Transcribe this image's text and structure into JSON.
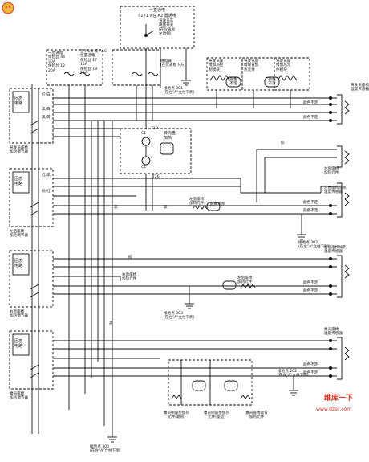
{
  "diagram": {
    "top_box": {
      "line1": "一直通电",
      "line2": "S171 X在 A2 置通电"
    },
    "wake_switch": "驾驶员车\n唤醒开关\n(在仪表板\n左边侧)",
    "fusebox_left": "一直通电\n保险丝 44\n30A\n保险丝 12\n20A",
    "fusebox_center": "在 RUN 或 ACC\n位置通电\n保险丝 17\n15A\n保险丝 18\n20A",
    "fuse_center_note": "继电器\n(在仪表板下方)",
    "ground_301": "接地点 301\n(在左\"A\"立柱下侧)",
    "top_modules": [
      "驾驶员座\n椅加热控\n制模块",
      "驾驶员座\n椅靠背加\n热元件",
      "驾驶员座\n椅加热元\n件模块"
    ],
    "top_pill_a": "颜色\n不定",
    "top_pill_b": "颜色\n不定",
    "left_blocks": [
      {
        "name": "固态\n电路",
        "caption": "驾驶员座椅\n加热调节器"
      },
      {
        "name": "固态\n电路",
        "caption": "左后座椅\n加热调节器"
      },
      {
        "name": "固态\n电路",
        "caption": "右后座椅\n加热调节器"
      },
      {
        "name": "固态\n电路",
        "caption": "乘员座椅\n加热调节器"
      }
    ],
    "wire_colors_left": [
      "红/白",
      "黑/白",
      "黑/黄",
      "红/黑",
      "棕/红"
    ],
    "center_relay": "转向盘\n加热",
    "center_connectors": [
      "C1",
      "T3D",
      "C2",
      "T26"
    ],
    "mid_element": "左后座椅\n加热元件",
    "mid_element2": "右后座椅\n加热元件",
    "right_labels": [
      "驾驶员座椅\n温度传感器",
      "左后座椅\n加热元件",
      "左后座椅加热\n温度传感器",
      "右后座椅加热\n温度传感器",
      "乘员座椅\n温度传感器"
    ],
    "ground_302": "接地点 302\n(在左\"A\"立柱下侧)",
    "ground_303": "接地点 303\n(在左\"A\"立柱下侧)",
    "ground_202": "接地点 202\n(在左\"A\"立柱下侧)",
    "bottom_components": [
      "乘员侧座垫加热\n元件(靠背)",
      "乘员侧座垫加热\n元件(座垫)",
      "乘员座椅靠背\n加热元件"
    ],
    "ground_bottom": "接地点 300\n(在左\"A\"立柱下侧)",
    "wire_generic": "颜色不定",
    "wire_black": "黑",
    "wire_brown": "棕",
    "watermark": {
      "brand": "维库一下",
      "url": "www.dzsc.com"
    }
  }
}
